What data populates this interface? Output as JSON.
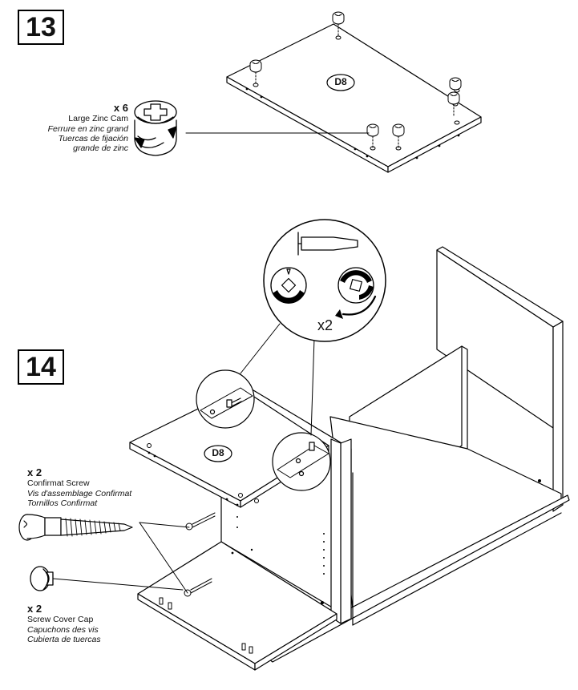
{
  "steps": [
    {
      "number": "13"
    },
    {
      "number": "14"
    }
  ],
  "step13": {
    "panel_label": "D8",
    "hardware": {
      "qty": "x 6",
      "name_en": "Large Zinc Cam",
      "name_fr": "Ferrure en zinc grand",
      "name_es_1": "Tuercas de fijación",
      "name_es_2": "grande de zinc"
    }
  },
  "step14": {
    "panel_label": "D8",
    "detail_multiplier": "x2",
    "screw": {
      "qty": "x 2",
      "name_en": "Confirmat Screw",
      "name_fr": "Vis d'assemblage Confirmat",
      "name_es": "Tornillos Confirmat"
    },
    "cap": {
      "qty": "x 2",
      "name_en": "Screw Cover Cap",
      "name_fr": "Capuchons des vis",
      "name_es": "Cubierta de tuercas"
    }
  },
  "icons": [
    "cam-lock-icon",
    "screwdriver-icon",
    "rotate-arrow-icon",
    "confirmat-screw-icon",
    "cover-cap-icon"
  ]
}
